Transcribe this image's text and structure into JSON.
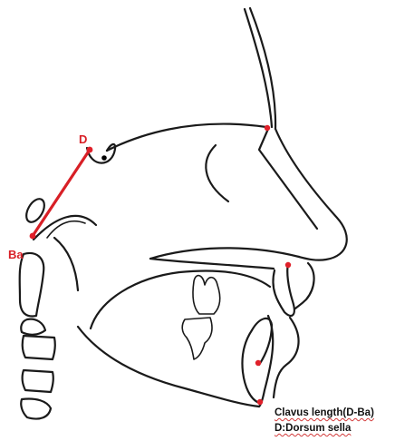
{
  "labels": {
    "point_d": "D",
    "point_ba": "Ba"
  },
  "caption": {
    "line1": "Clavus length(D-Ba)",
    "line2": "D:Dorsum sella"
  },
  "colors": {
    "trace": "#1a1a1a",
    "landmark": "#e0202a",
    "measurement": "#d81f26"
  }
}
